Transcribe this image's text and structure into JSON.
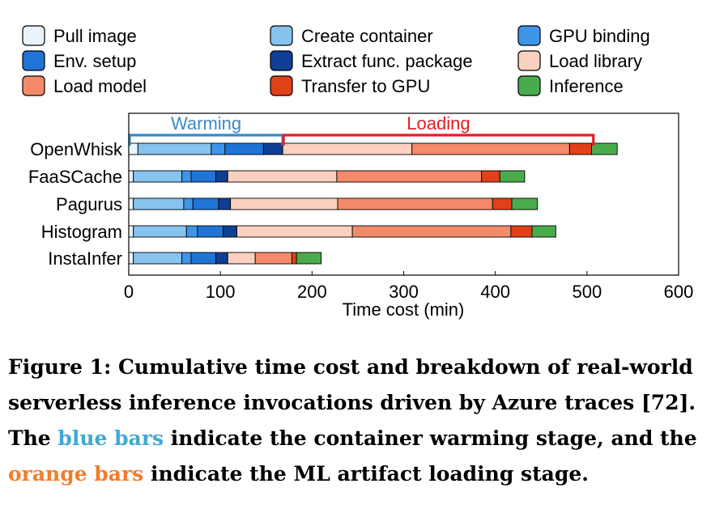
{
  "colors": {
    "pull_image": "#eaf3fb",
    "create_container": "#86c3ef",
    "gpu_binding": "#3f95e8",
    "env_setup": "#1f74d6",
    "extract_func_package": "#0f3f94",
    "load_library": "#fcd0c0",
    "load_model": "#f38a6a",
    "transfer_to_gpu": "#e04117",
    "inference": "#4aab4c",
    "warming_bracket": "#3a8ac8",
    "loading_bracket": "#e21e24",
    "caption_blue": "#3fa9d6",
    "caption_orange": "#f47d29"
  },
  "chart_data": {
    "type": "bar",
    "orientation": "horizontal",
    "stacked": true,
    "categories": [
      "OpenWhisk",
      "FaaSCache",
      "Pagurus",
      "Histogram",
      "InstaInfer"
    ],
    "xlabel": "Time cost (min)",
    "xlim": [
      0,
      600
    ],
    "xticks": [
      0,
      100,
      200,
      300,
      400,
      500,
      600
    ],
    "grid": false,
    "legend_position": "top",
    "series": [
      {
        "name": "Pull image",
        "color_key": "pull_image",
        "values": [
          10,
          5,
          5,
          5,
          5
        ]
      },
      {
        "name": "Create container",
        "color_key": "create_container",
        "values": [
          80,
          53,
          55,
          58,
          53
        ]
      },
      {
        "name": "GPU binding",
        "color_key": "gpu_binding",
        "values": [
          15,
          10,
          10,
          12,
          10
        ]
      },
      {
        "name": "Env. setup",
        "color_key": "env_setup",
        "values": [
          42,
          27,
          28,
          28,
          27
        ]
      },
      {
        "name": "Extract func. package",
        "color_key": "extract_func_package",
        "values": [
          21,
          13,
          13,
          15,
          13
        ]
      },
      {
        "name": "Load library",
        "color_key": "load_library",
        "values": [
          141,
          119,
          117,
          126,
          30
        ]
      },
      {
        "name": "Load model",
        "color_key": "load_model",
        "values": [
          172,
          158,
          169,
          173,
          40
        ]
      },
      {
        "name": "Transfer to GPU",
        "color_key": "transfer_to_gpu",
        "values": [
          24,
          20,
          21,
          23,
          5
        ]
      },
      {
        "name": "Inference",
        "color_key": "inference",
        "values": [
          28,
          27,
          28,
          26,
          27
        ]
      }
    ],
    "annotations": [
      {
        "label": "Warming",
        "x_start": 0,
        "x_end": 168,
        "color_key": "warming_bracket"
      },
      {
        "label": "Loading",
        "x_start": 168,
        "x_end": 507,
        "color_key": "loading_bracket"
      }
    ]
  },
  "caption": {
    "part1": "Figure 1: Cumulative time cost and breakdown of real-world serverless inference invocations driven by Azure traces [72]. The ",
    "blue_text": "blue bars",
    "part2": " indicate the container warming stage, and the ",
    "orange_text": "orange bars",
    "part3": " indicate the ML artifact loading stage."
  }
}
